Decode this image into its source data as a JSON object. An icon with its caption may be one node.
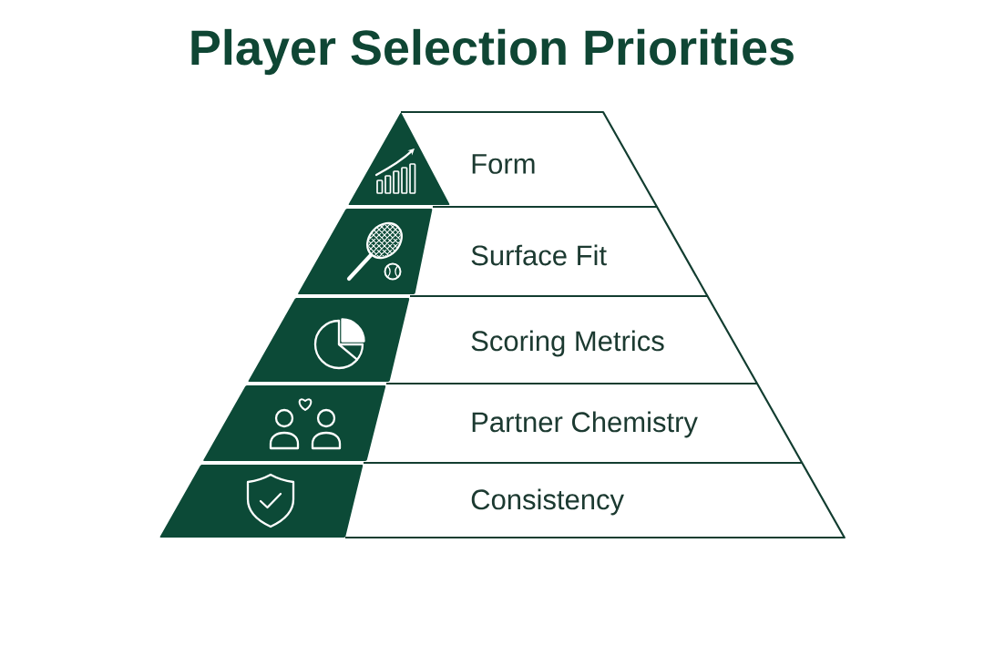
{
  "diagram": {
    "title": "Player Selection Priorities",
    "nodes": [
      {
        "text": [
          "Form"
        ]
      },
      {
        "text": [
          "Surface Fit"
        ]
      },
      {
        "text": [
          "Scoring Metrics"
        ]
      },
      {
        "text": [
          "Partner Chemistry"
        ]
      },
      {
        "text": [
          "Consistency"
        ]
      }
    ]
  }
}
